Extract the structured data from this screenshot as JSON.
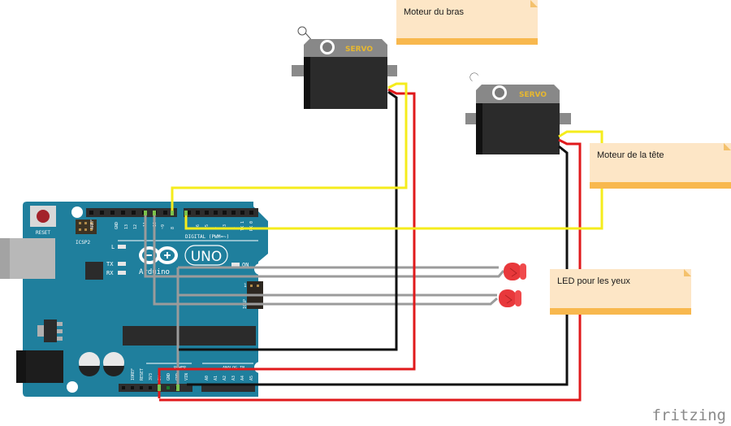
{
  "diagram": {
    "type": "breadboard-wiring",
    "components": {
      "board": {
        "name": "Arduino UNO",
        "logo_text": "UNO",
        "brand_text": "Arduino",
        "reset_label": "RESET",
        "icsp_label": "ICSP2",
        "l_label": "L",
        "tx_label": "TX",
        "rx_label": "RX",
        "on_label": "ON",
        "icsp_side_label": "ICSP",
        "icsp_pin1": "1",
        "digital_label": "DIGITAL (PWM=~)",
        "power_label": "POWER",
        "analog_label": "ANALOG IN",
        "digital_pins_left": [
          "AREF",
          "GND",
          "13",
          "12",
          "~11",
          "~10",
          "~9",
          "8"
        ],
        "digital_pins_right": [
          "7",
          "~6",
          "~5",
          "4",
          "~3",
          "2",
          "TX 1",
          "RX 0"
        ],
        "power_pins": [
          "IOREF",
          "RESET",
          "3V3",
          "5V",
          "GND",
          "GND",
          "VIN"
        ],
        "analog_pins": [
          "A0",
          "A1",
          "A2",
          "A3",
          "A4",
          "A5"
        ]
      },
      "servo_arm": {
        "label": "SERVO"
      },
      "servo_head": {
        "label": "SERVO"
      },
      "leds": [
        {
          "color": "red"
        },
        {
          "color": "red"
        }
      ]
    },
    "notes": [
      {
        "text": "Moteur du bras"
      },
      {
        "text": "Moteur de la tête"
      },
      {
        "text": "LED pour les yeux"
      }
    ],
    "wire_colors": {
      "signal": "#f5ec1c",
      "power": "#e0191b",
      "ground": "#111111",
      "led": "#9b9b9b"
    },
    "connections": [
      {
        "from": "Moteur du bras servo signal",
        "to": "pin 8",
        "color": "yellow"
      },
      {
        "from": "Moteur de la tête servo signal",
        "to": "pin 7",
        "color": "yellow"
      },
      {
        "from": "servos power",
        "to": "5V",
        "color": "red"
      },
      {
        "from": "servos ground",
        "to": "GND",
        "color": "black"
      },
      {
        "from": "LED (top)",
        "to": "pin 10",
        "color": "grey"
      },
      {
        "from": "LED (bottom)",
        "to": "pin 11",
        "color": "grey"
      }
    ],
    "watermark": "fritzing"
  }
}
